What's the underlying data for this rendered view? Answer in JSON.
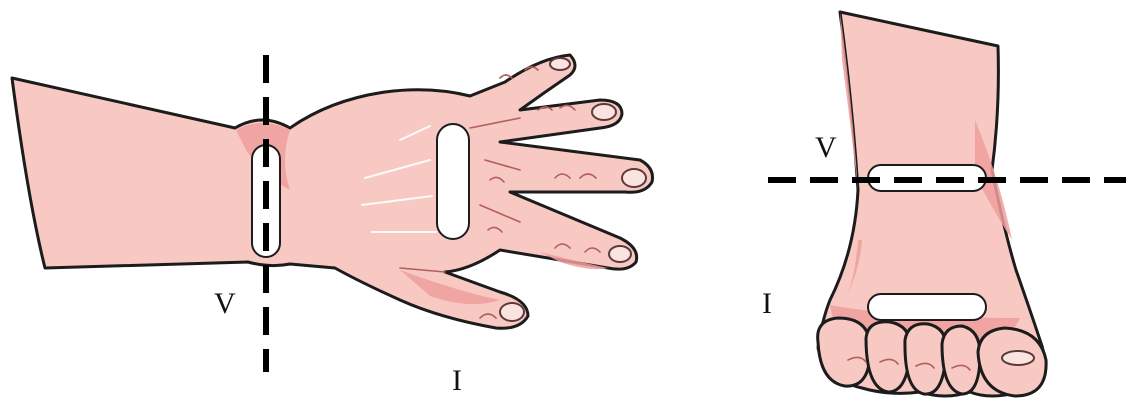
{
  "labels": {
    "hand_top": "V",
    "hand_bottom": "I",
    "foot_top": "V",
    "foot_bottom": "I"
  },
  "colors": {
    "skin": "#f7c9c2",
    "skin_shadow": "#ef9f9c",
    "outline": "#1c1c1c",
    "cut_line": "#000000"
  }
}
